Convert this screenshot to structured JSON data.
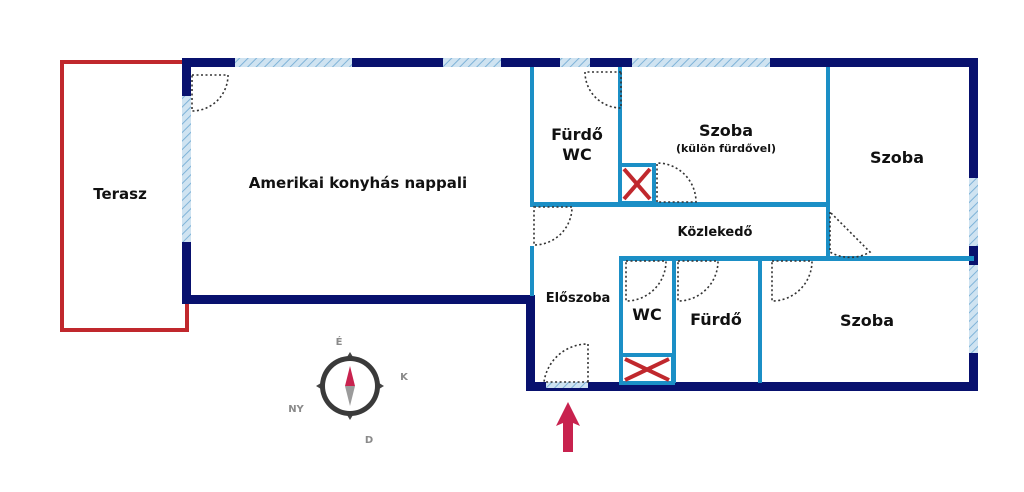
{
  "rooms": {
    "terrace": "Terasz",
    "living": "Amerikai konyhás nappali",
    "bath_wc_line1": "Fürdő",
    "bath_wc_line2": "WC",
    "room_ensuite": "Szoba",
    "room_ensuite_note": "(külön fürdővel)",
    "room_right_top": "Szoba",
    "corridor": "Közlekedő",
    "entrance": "Előszoba",
    "wc": "WC",
    "bath": "Fürdő",
    "room_right_bottom": "Szoba"
  },
  "compass": {
    "n": "É",
    "e": "K",
    "s": "D",
    "w": "NY"
  },
  "colors": {
    "outer_wall": "#08116e",
    "inner_wall": "#1b8fc6",
    "terrace_border": "#c0282d",
    "window": "#a9cde6",
    "door_arc": "#333333",
    "shaft_cross": "#c0282d",
    "entrance_arrow": "#c8224e"
  }
}
